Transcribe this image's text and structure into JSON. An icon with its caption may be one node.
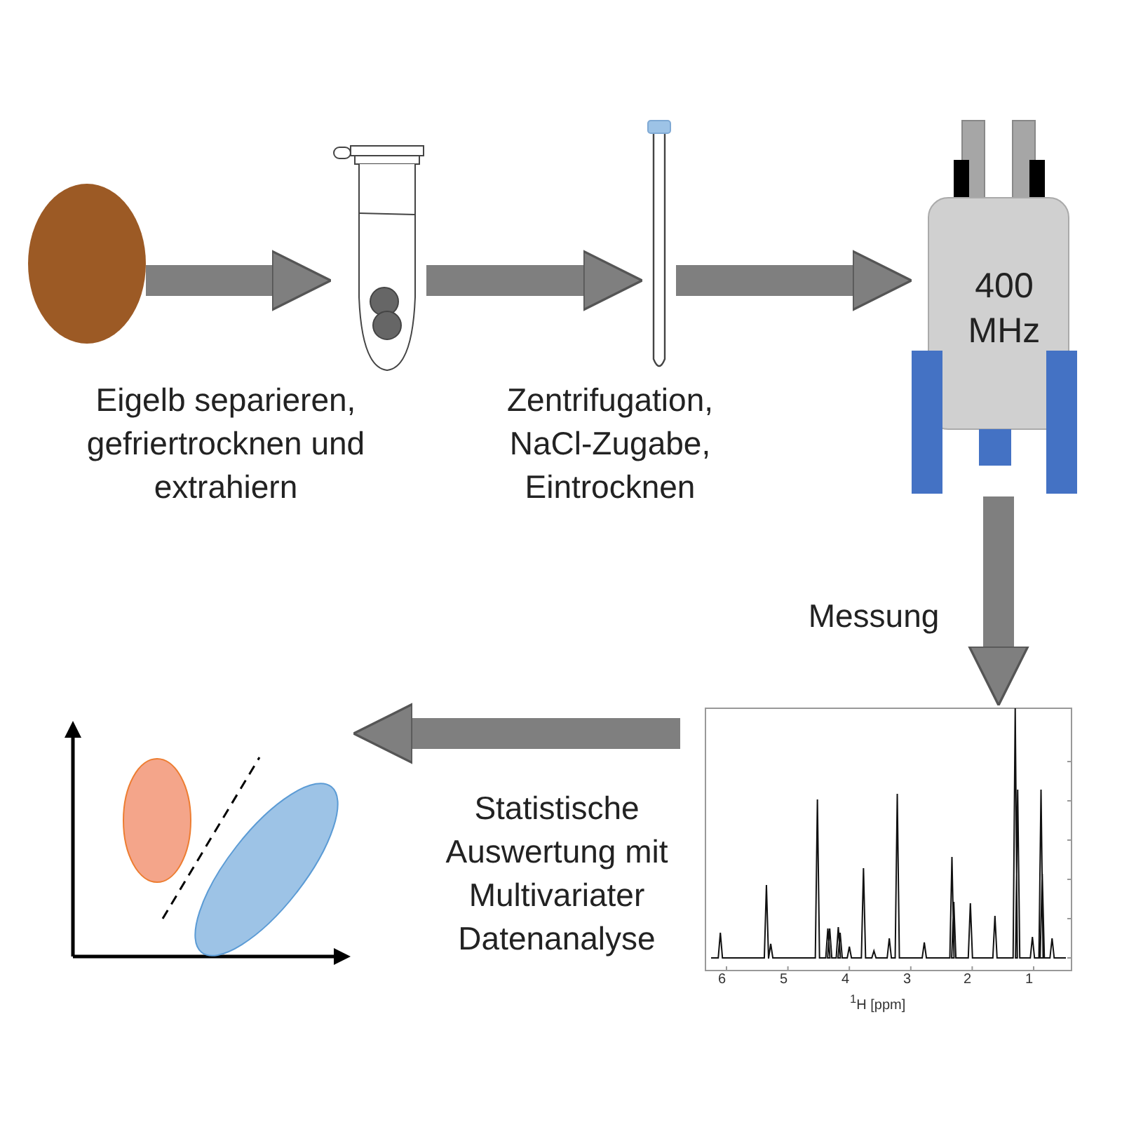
{
  "diagram": {
    "nodes": [
      {
        "text": [],
        "shape": "ellipse"
      },
      {
        "text": [],
        "shape": "picture"
      },
      {
        "text": [],
        "shape": "picture"
      },
      {
        "text": [
          "400 MHz"
        ]
      },
      {
        "text": [],
        "shape": "picture",
        "beside": [
          "6",
          "5",
          "4",
          "3",
          "2",
          "1",
          "$^{1}$H [ppm]"
        ]
      },
      {
        "text": [],
        "shape": "picture"
      }
    ],
    "edges": [
      {
        "from": 0,
        "to": 1,
        "arrow": "to",
        "label": "Eigelb separieren, gefriertrocknen und extrahiern"
      },
      {
        "from": 1,
        "to": 2,
        "arrow": "to",
        "label": "Zentrifugation, NaCl-Zugabe, Eintrocknen"
      },
      {
        "from": 2,
        "to": 3,
        "arrow": "to"
      },
      {
        "from": 3,
        "to": 4,
        "arrow": "to",
        "label": "Messung"
      },
      {
        "from": 4,
        "to": 5,
        "arrow": "to",
        "label": "Statistische Auswertung mit Multivariater Datenanalyse"
      }
    ]
  }
}
